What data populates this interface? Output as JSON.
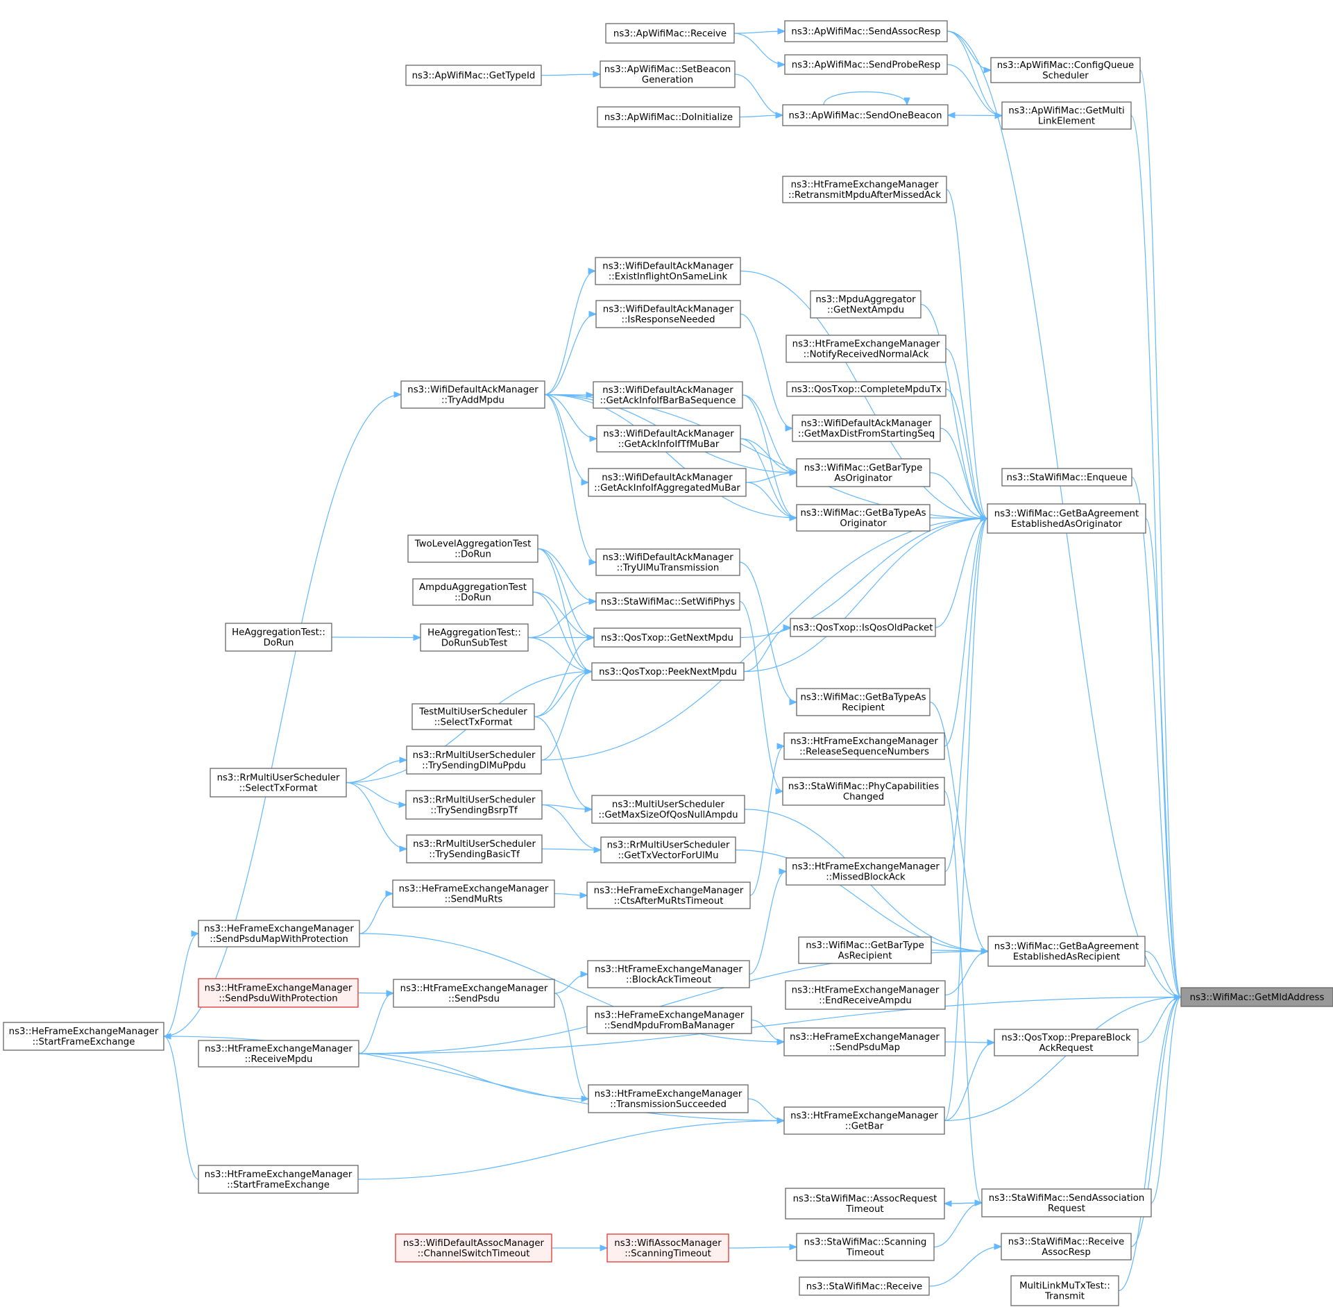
{
  "diagram": {
    "colors": {
      "edge": "#63b8ff",
      "node_border": "#666666",
      "root_fill": "#999999",
      "red_border": "#e0352f",
      "red_fill": "#fff0f0"
    },
    "nodes": [
      {
        "id": "n1",
        "lines": [
          "ns3::ApWifiMac::Receive"
        ]
      },
      {
        "id": "n2",
        "lines": [
          "ns3::ApWifiMac::SendAssocResp"
        ]
      },
      {
        "id": "n3",
        "lines": [
          "ns3::ApWifiMac::SendProbeResp"
        ]
      },
      {
        "id": "n4",
        "lines": [
          "ns3::ApWifiMac::ConfigQueue",
          "Scheduler"
        ]
      },
      {
        "id": "n5",
        "lines": [
          "ns3::ApWifiMac::GetTypeId"
        ]
      },
      {
        "id": "n6",
        "lines": [
          "ns3::ApWifiMac::SetBeacon",
          "Generation"
        ]
      },
      {
        "id": "n7",
        "lines": [
          "ns3::ApWifiMac::DoInitialize"
        ]
      },
      {
        "id": "n8",
        "lines": [
          "ns3::ApWifiMac::SendOneBeacon"
        ]
      },
      {
        "id": "n9",
        "lines": [
          "ns3::ApWifiMac::GetMulti",
          "LinkElement"
        ]
      },
      {
        "id": "n10",
        "lines": [
          "ns3::HtFrameExchangeManager",
          "::RetransmitMpduAfterMissedAck"
        ]
      },
      {
        "id": "n11",
        "lines": [
          "ns3::WifiDefaultAckManager",
          "::ExistInflightOnSameLink"
        ]
      },
      {
        "id": "n12",
        "lines": [
          "ns3::MpduAggregator",
          "::GetNextAmpdu"
        ]
      },
      {
        "id": "n13",
        "lines": [
          "ns3::WifiDefaultAckManager",
          "::IsResponseNeeded"
        ]
      },
      {
        "id": "n14",
        "lines": [
          "ns3::HtFrameExchangeManager",
          "::NotifyReceivedNormalAck"
        ]
      },
      {
        "id": "n15",
        "lines": [
          "ns3::WifiDefaultAckManager",
          "::TryAddMpdu"
        ]
      },
      {
        "id": "n16",
        "lines": [
          "ns3::WifiDefaultAckManager",
          "::GetAckInfoIfBarBaSequence"
        ]
      },
      {
        "id": "n17",
        "lines": [
          "ns3::QosTxop::CompleteMpduTx"
        ]
      },
      {
        "id": "n18",
        "lines": [
          "ns3::WifiDefaultAckManager",
          "::GetMaxDistFromStartingSeq"
        ]
      },
      {
        "id": "n19",
        "lines": [
          "ns3::WifiDefaultAckManager",
          "::GetAckInfoIfTfMuBar"
        ]
      },
      {
        "id": "n20",
        "lines": [
          "ns3::StaWifiMac::Enqueue"
        ]
      },
      {
        "id": "n21",
        "lines": [
          "ns3::WifiMac::GetBarType",
          "AsOriginator"
        ]
      },
      {
        "id": "n22",
        "lines": [
          "ns3::WifiDefaultAckManager",
          "::GetAckInfoIfAggregatedMuBar"
        ]
      },
      {
        "id": "n23",
        "lines": [
          "ns3::WifiMac::GetBaTypeAs",
          "Originator"
        ]
      },
      {
        "id": "n24",
        "lines": [
          "ns3::WifiMac::GetBaAgreement",
          "EstablishedAsOriginator"
        ]
      },
      {
        "id": "n25",
        "lines": [
          "TwoLevelAggregationTest",
          "::DoRun"
        ]
      },
      {
        "id": "n26",
        "lines": [
          "ns3::WifiDefaultAckManager",
          "::TryUlMuTransmission"
        ]
      },
      {
        "id": "n27",
        "lines": [
          "AmpduAggregationTest",
          "::DoRun"
        ]
      },
      {
        "id": "n28",
        "lines": [
          "ns3::StaWifiMac::SetWifiPhys"
        ]
      },
      {
        "id": "n29",
        "lines": [
          "HeAggregationTest::",
          "DoRun"
        ]
      },
      {
        "id": "n30",
        "lines": [
          "HeAggregationTest::",
          "DoRunSubTest"
        ]
      },
      {
        "id": "n31",
        "lines": [
          "ns3::QosTxop::GetNextMpdu"
        ]
      },
      {
        "id": "n32",
        "lines": [
          "ns3::QosTxop::IsQosOldPacket"
        ]
      },
      {
        "id": "n33",
        "lines": [
          "ns3::QosTxop::PeekNextMpdu"
        ]
      },
      {
        "id": "n34",
        "lines": [
          "ns3::WifiMac::GetBaTypeAs",
          "Recipient"
        ]
      },
      {
        "id": "n35",
        "lines": [
          "TestMultiUserScheduler",
          "::SelectTxFormat"
        ]
      },
      {
        "id": "n36",
        "lines": [
          "ns3::HtFrameExchangeManager",
          "::ReleaseSequenceNumbers"
        ]
      },
      {
        "id": "n37",
        "lines": [
          "ns3::RrMultiUserScheduler",
          "::TrySendingDlMuPpdu"
        ]
      },
      {
        "id": "n38",
        "lines": [
          "ns3::RrMultiUserScheduler",
          "::SelectTxFormat"
        ]
      },
      {
        "id": "n39",
        "lines": [
          "ns3::StaWifiMac::PhyCapabilities",
          "Changed"
        ]
      },
      {
        "id": "n40",
        "lines": [
          "ns3::RrMultiUserScheduler",
          "::TrySendingBsrpTf"
        ]
      },
      {
        "id": "n41",
        "lines": [
          "ns3::MultiUserScheduler",
          "::GetMaxSizeOfQosNullAmpdu"
        ]
      },
      {
        "id": "n42",
        "lines": [
          "ns3::RrMultiUserScheduler",
          "::TrySendingBasicTf"
        ]
      },
      {
        "id": "n43",
        "lines": [
          "ns3::RrMultiUserScheduler",
          "::GetTxVectorForUlMu"
        ]
      },
      {
        "id": "n44",
        "lines": [
          "ns3::HtFrameExchangeManager",
          "::MissedBlockAck"
        ]
      },
      {
        "id": "n45",
        "lines": [
          "ns3::HeFrameExchangeManager",
          "::SendMuRts"
        ]
      },
      {
        "id": "n46",
        "lines": [
          "ns3::HeFrameExchangeManager",
          "::CtsAfterMuRtsTimeout"
        ]
      },
      {
        "id": "n47",
        "lines": [
          "ns3::HeFrameExchangeManager",
          "::SendPsduMapWithProtection"
        ]
      },
      {
        "id": "n48",
        "lines": [
          "ns3::WifiMac::GetBarType",
          "AsRecipient"
        ]
      },
      {
        "id": "n49",
        "lines": [
          "ns3::WifiMac::GetBaAgreement",
          "EstablishedAsRecipient"
        ]
      },
      {
        "id": "n50",
        "lines": [
          "ns3::HtFrameExchangeManager",
          "::SendPsduWithProtection"
        ],
        "red": true
      },
      {
        "id": "n51",
        "lines": [
          "ns3::HtFrameExchangeManager",
          "::SendPsdu"
        ]
      },
      {
        "id": "n52",
        "lines": [
          "ns3::HtFrameExchangeManager",
          "::BlockAckTimeout"
        ]
      },
      {
        "id": "n53",
        "lines": [
          "ns3::HtFrameExchangeManager",
          "::EndReceiveAmpdu"
        ]
      },
      {
        "id": "n54",
        "lines": [
          "ns3::WifiMac::GetMldAddress"
        ],
        "root": true
      },
      {
        "id": "n55",
        "lines": [
          "ns3::HeFrameExchangeManager",
          "::StartFrameExchange"
        ]
      },
      {
        "id": "n56",
        "lines": [
          "ns3::HeFrameExchangeManager",
          "::SendMpduFromBaManager"
        ]
      },
      {
        "id": "n57",
        "lines": [
          "ns3::HeFrameExchangeManager",
          "::SendPsduMap"
        ]
      },
      {
        "id": "n58",
        "lines": [
          "ns3::QosTxop::PrepareBlock",
          "AckRequest"
        ]
      },
      {
        "id": "n59",
        "lines": [
          "ns3::HtFrameExchangeManager",
          "::ReceiveMpdu"
        ]
      },
      {
        "id": "n60",
        "lines": [
          "ns3::HtFrameExchangeManager",
          "::TransmissionSucceeded"
        ]
      },
      {
        "id": "n61",
        "lines": [
          "ns3::HtFrameExchangeManager",
          "::GetBar"
        ]
      },
      {
        "id": "n62",
        "lines": [
          "ns3::HtFrameExchangeManager",
          "::StartFrameExchange"
        ]
      },
      {
        "id": "n63",
        "lines": [
          "ns3::StaWifiMac::AssocRequest",
          "Timeout"
        ]
      },
      {
        "id": "n64",
        "lines": [
          "ns3::StaWifiMac::SendAssociation",
          "Request"
        ]
      },
      {
        "id": "n65",
        "lines": [
          "ns3::WifiDefaultAssocManager",
          "::ChannelSwitchTimeout"
        ],
        "red": true
      },
      {
        "id": "n66",
        "lines": [
          "ns3::WifiAssocManager",
          "::ScanningTimeout"
        ],
        "red": true
      },
      {
        "id": "n67",
        "lines": [
          "ns3::StaWifiMac::Scanning",
          "Timeout"
        ]
      },
      {
        "id": "n68",
        "lines": [
          "ns3::StaWifiMac::Receive",
          "AssocResp"
        ]
      },
      {
        "id": "n69",
        "lines": [
          "ns3::StaWifiMac::Receive"
        ]
      },
      {
        "id": "n70",
        "lines": [
          "MultiLinkMuTxTest::",
          "Transmit"
        ]
      }
    ],
    "edges": [
      [
        "n1",
        "n2"
      ],
      [
        "n1",
        "n3"
      ],
      [
        "n2",
        "n4"
      ],
      [
        "n2",
        "n9"
      ],
      [
        "n2",
        "n54"
      ],
      [
        "n3",
        "n9"
      ],
      [
        "n4",
        "n54"
      ],
      [
        "n5",
        "n6"
      ],
      [
        "n6",
        "n8"
      ],
      [
        "n7",
        "n8"
      ],
      [
        "n8",
        "n8"
      ],
      [
        "n9",
        "n8"
      ],
      [
        "n9",
        "n54"
      ],
      [
        "n10",
        "n24"
      ],
      [
        "n11",
        "n24"
      ],
      [
        "n12",
        "n24"
      ],
      [
        "n13",
        "n18"
      ],
      [
        "n14",
        "n24"
      ],
      [
        "n15",
        "n11"
      ],
      [
        "n15",
        "n13"
      ],
      [
        "n15",
        "n16"
      ],
      [
        "n15",
        "n19"
      ],
      [
        "n15",
        "n22"
      ],
      [
        "n15",
        "n26"
      ],
      [
        "n15",
        "n21"
      ],
      [
        "n15",
        "n23"
      ],
      [
        "n15",
        "n24"
      ],
      [
        "n16",
        "n21"
      ],
      [
        "n16",
        "n23"
      ],
      [
        "n17",
        "n24"
      ],
      [
        "n18",
        "n24"
      ],
      [
        "n19",
        "n21"
      ],
      [
        "n19",
        "n23"
      ],
      [
        "n20",
        "n54"
      ],
      [
        "n21",
        "n24"
      ],
      [
        "n22",
        "n21"
      ],
      [
        "n22",
        "n23"
      ],
      [
        "n23",
        "n24"
      ],
      [
        "n24",
        "n54"
      ],
      [
        "n25",
        "n28"
      ],
      [
        "n25",
        "n31"
      ],
      [
        "n25",
        "n33"
      ],
      [
        "n26",
        "n34"
      ],
      [
        "n27",
        "n31"
      ],
      [
        "n27",
        "n33"
      ],
      [
        "n28",
        "n39"
      ],
      [
        "n29",
        "n30"
      ],
      [
        "n30",
        "n28"
      ],
      [
        "n30",
        "n31"
      ],
      [
        "n30",
        "n33"
      ],
      [
        "n31",
        "n24"
      ],
      [
        "n32",
        "n24"
      ],
      [
        "n33",
        "n32"
      ],
      [
        "n33",
        "n24"
      ],
      [
        "n34",
        "n49"
      ],
      [
        "n35",
        "n31"
      ],
      [
        "n35",
        "n33"
      ],
      [
        "n35",
        "n41"
      ],
      [
        "n36",
        "n24"
      ],
      [
        "n37",
        "n33"
      ],
      [
        "n37",
        "n24"
      ],
      [
        "n38",
        "n37"
      ],
      [
        "n38",
        "n40"
      ],
      [
        "n38",
        "n42"
      ],
      [
        "n38",
        "n33"
      ],
      [
        "n39",
        "n64"
      ],
      [
        "n40",
        "n41"
      ],
      [
        "n40",
        "n43"
      ],
      [
        "n41",
        "n49"
      ],
      [
        "n42",
        "n43"
      ],
      [
        "n43",
        "n49"
      ],
      [
        "n44",
        "n24"
      ],
      [
        "n45",
        "n46"
      ],
      [
        "n46",
        "n36"
      ],
      [
        "n47",
        "n45"
      ],
      [
        "n47",
        "n57"
      ],
      [
        "n48",
        "n49"
      ],
      [
        "n49",
        "n54"
      ],
      [
        "n50",
        "n51"
      ],
      [
        "n51",
        "n52"
      ],
      [
        "n52",
        "n44"
      ],
      [
        "n53",
        "n49"
      ],
      [
        "n55",
        "n15"
      ],
      [
        "n55",
        "n47"
      ],
      [
        "n55",
        "n61"
      ],
      [
        "n56",
        "n57"
      ],
      [
        "n57",
        "n58"
      ],
      [
        "n58",
        "n54"
      ],
      [
        "n59",
        "n51"
      ],
      [
        "n59",
        "n49"
      ],
      [
        "n59",
        "n54"
      ],
      [
        "n60",
        "n61"
      ],
      [
        "n51",
        "n60"
      ],
      [
        "n59",
        "n60"
      ],
      [
        "n61",
        "n58"
      ],
      [
        "n61",
        "n24"
      ],
      [
        "n61",
        "n54"
      ],
      [
        "n62",
        "n55"
      ],
      [
        "n62",
        "n61"
      ],
      [
        "n63",
        "n64"
      ],
      [
        "n64",
        "n63"
      ],
      [
        "n64",
        "n54"
      ],
      [
        "n65",
        "n66"
      ],
      [
        "n66",
        "n67"
      ],
      [
        "n67",
        "n64"
      ],
      [
        "n68",
        "n54"
      ],
      [
        "n69",
        "n68"
      ],
      [
        "n70",
        "n54"
      ]
    ]
  }
}
